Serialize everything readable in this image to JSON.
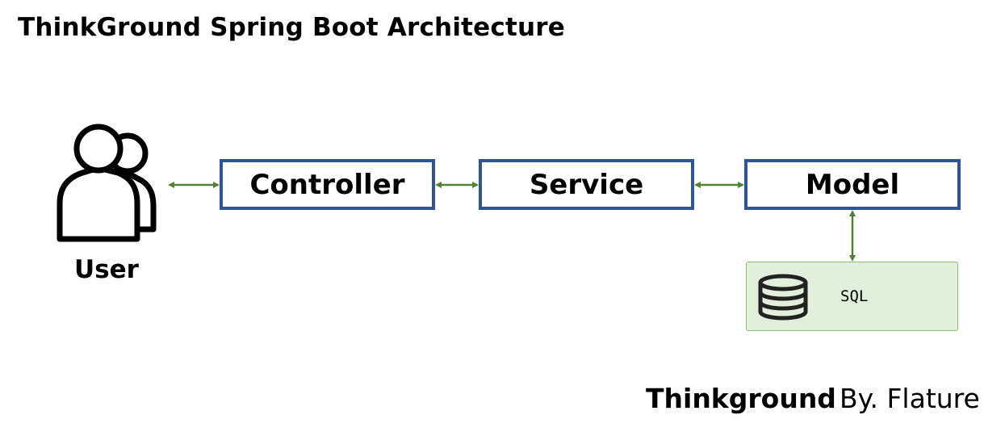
{
  "title": "ThinkGround Spring Boot Architecture",
  "nodes": {
    "user": "User",
    "controller": "Controller",
    "service": "Service",
    "model": "Model",
    "database": "SQL"
  },
  "footer": {
    "brand": "Thinkground",
    "author": "By. Flature"
  },
  "icons": {
    "user": "users-icon",
    "database": "database-icon"
  },
  "colors": {
    "box_border": "#2f5597",
    "connector": "#548235",
    "db_fill": "#e2efda",
    "db_border": "#8cbf70"
  }
}
